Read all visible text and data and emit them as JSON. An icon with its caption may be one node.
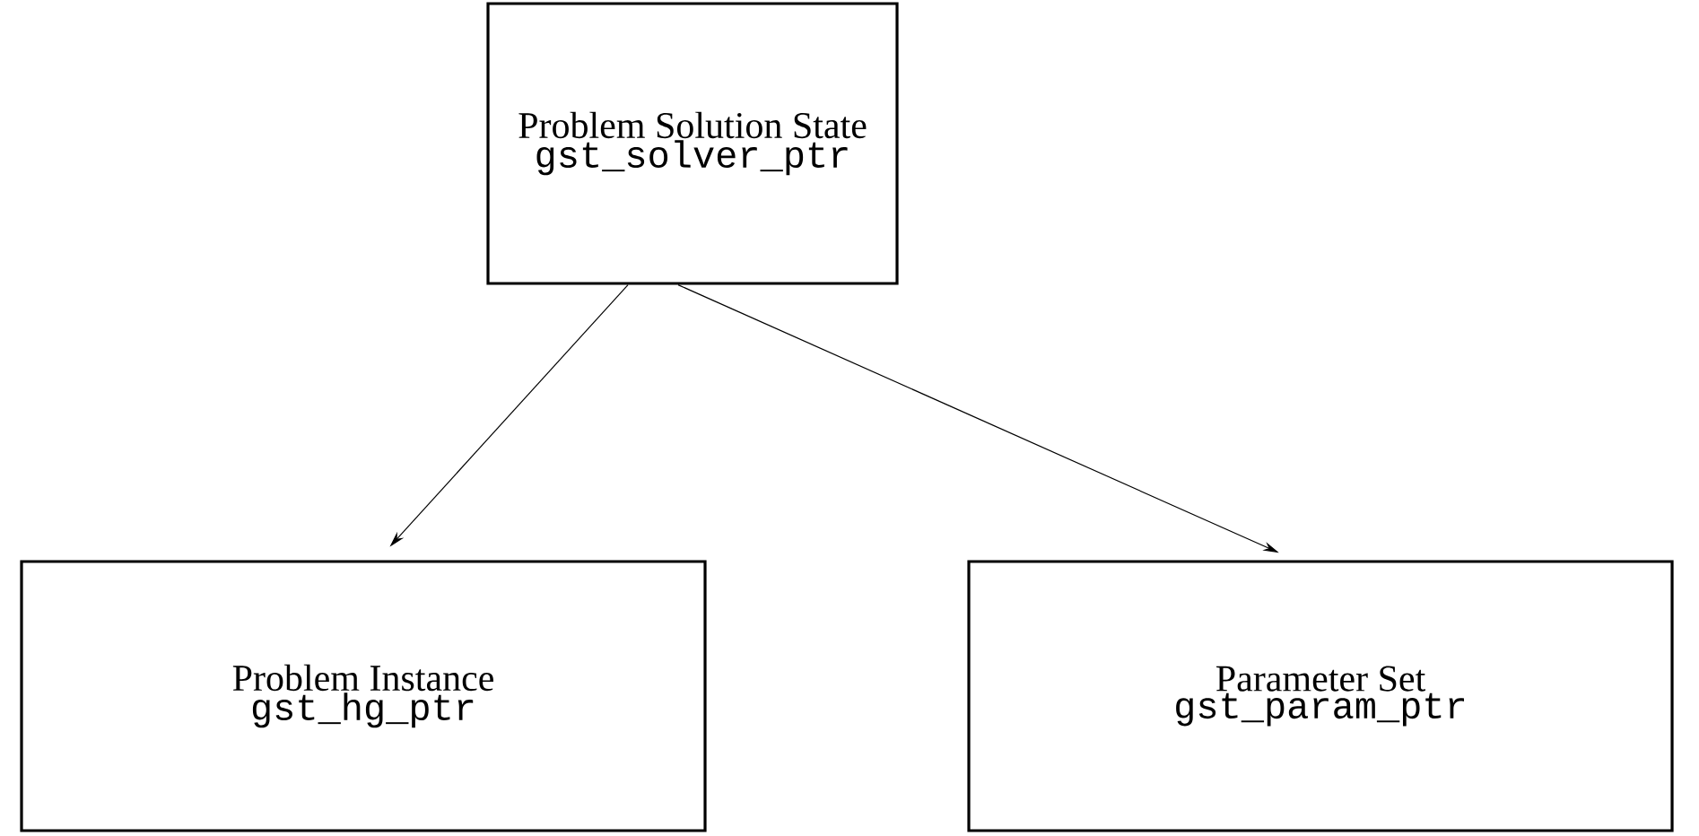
{
  "diagram": {
    "nodes": [
      {
        "text": [
          "Problem Solution State",
          "gst_solver_ptr"
        ]
      },
      {
        "text": [
          "Problem Instance",
          "gst_hg_ptr"
        ]
      },
      {
        "text": [
          "Parameter Set",
          "gst_param_ptr"
        ]
      }
    ],
    "edges": [
      {
        "from": 0,
        "to": 1,
        "arrow": "to"
      },
      {
        "from": 0,
        "to": 2,
        "arrow": "to"
      }
    ]
  }
}
